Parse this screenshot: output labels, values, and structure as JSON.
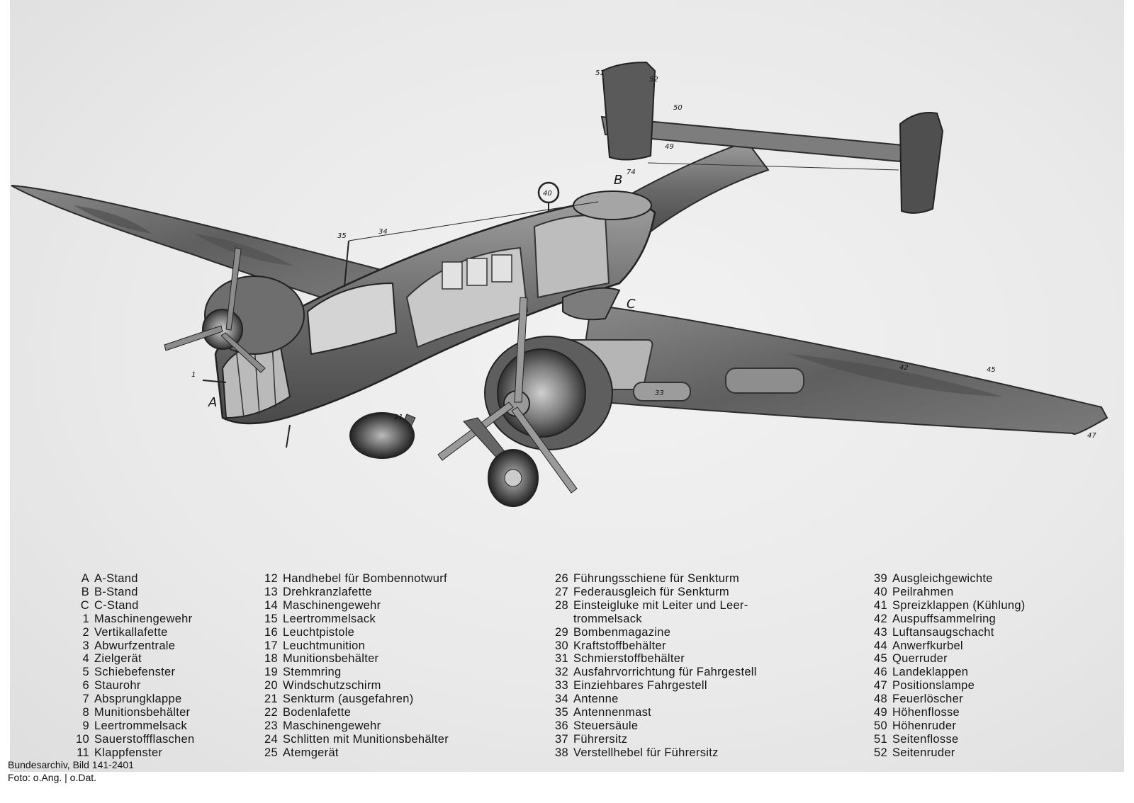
{
  "diagram": {
    "station_labels": [
      "A",
      "B",
      "C"
    ],
    "callouts": [
      "1",
      "21",
      "33",
      "34",
      "35",
      "40",
      "42",
      "45",
      "47",
      "49",
      "50",
      "51",
      "52",
      "74"
    ]
  },
  "legend": {
    "col1": [
      {
        "num": "A",
        "label": "A-Stand"
      },
      {
        "num": "B",
        "label": "B-Stand"
      },
      {
        "num": "C",
        "label": "C-Stand"
      },
      {
        "num": "1",
        "label": "Maschinengewehr"
      },
      {
        "num": "2",
        "label": "Vertikallafette"
      },
      {
        "num": "3",
        "label": "Abwurfzentrale"
      },
      {
        "num": "4",
        "label": "Zielgerät"
      },
      {
        "num": "5",
        "label": "Schiebefenster"
      },
      {
        "num": "6",
        "label": "Staurohr"
      },
      {
        "num": "7",
        "label": "Absprungklappe"
      },
      {
        "num": "8",
        "label": "Munitionsbehälter"
      },
      {
        "num": "9",
        "label": "Leertrommelsack"
      },
      {
        "num": "10",
        "label": "Sauerstoffflaschen"
      },
      {
        "num": "11",
        "label": "Klappfenster"
      }
    ],
    "col2": [
      {
        "num": "12",
        "label": "Handhebel für Bombennotwurf"
      },
      {
        "num": "13",
        "label": "Drehkranzlafette"
      },
      {
        "num": "14",
        "label": "Maschinengewehr"
      },
      {
        "num": "15",
        "label": "Leertrommelsack"
      },
      {
        "num": "16",
        "label": "Leuchtpistole"
      },
      {
        "num": "17",
        "label": "Leuchtmunition"
      },
      {
        "num": "18",
        "label": "Munitionsbehälter"
      },
      {
        "num": "19",
        "label": "Stemmring"
      },
      {
        "num": "20",
        "label": "Windschutzschirm"
      },
      {
        "num": "21",
        "label": "Senkturm (ausgefahren)"
      },
      {
        "num": "22",
        "label": "Bodenlafette"
      },
      {
        "num": "23",
        "label": "Maschinengewehr"
      },
      {
        "num": "24",
        "label": "Schlitten mit Munitionsbehälter"
      },
      {
        "num": "25",
        "label": "Atemgerät"
      }
    ],
    "col3": [
      {
        "num": "26",
        "label": "Führungsschiene für Senkturm"
      },
      {
        "num": "27",
        "label": "Federausgleich für Senkturm"
      },
      {
        "num": "28",
        "label": "Einsteigluke mit Leiter und Leer-"
      },
      {
        "num": "",
        "label": "trommelsack"
      },
      {
        "num": "29",
        "label": "Bombenmagazine"
      },
      {
        "num": "30",
        "label": "Kraftstoffbehälter"
      },
      {
        "num": "31",
        "label": "Schmierstoffbehälter"
      },
      {
        "num": "32",
        "label": "Ausfahrvorrichtung für Fahrgestell"
      },
      {
        "num": "33",
        "label": "Einziehbares Fahrgestell"
      },
      {
        "num": "34",
        "label": "Antenne"
      },
      {
        "num": "35",
        "label": "Antennenmast"
      },
      {
        "num": "36",
        "label": "Steuersäule"
      },
      {
        "num": "37",
        "label": "Führersitz"
      },
      {
        "num": "38",
        "label": "Verstellhebel für Führersitz"
      }
    ],
    "col4": [
      {
        "num": "39",
        "label": "Ausgleichgewichte"
      },
      {
        "num": "40",
        "label": "Peilrahmen"
      },
      {
        "num": "41",
        "label": "Spreizklappen (Kühlung)"
      },
      {
        "num": "42",
        "label": "Auspuffsammelring"
      },
      {
        "num": "43",
        "label": "Luftansaugschacht"
      },
      {
        "num": "44",
        "label": "Anwerfkurbel"
      },
      {
        "num": "45",
        "label": "Querruder"
      },
      {
        "num": "46",
        "label": "Landeklappen"
      },
      {
        "num": "47",
        "label": "Positionslampe"
      },
      {
        "num": "48",
        "label": "Feuerlöscher"
      },
      {
        "num": "49",
        "label": "Höhenflosse"
      },
      {
        "num": "50",
        "label": "Höhenruder"
      },
      {
        "num": "51",
        "label": "Seitenflosse"
      },
      {
        "num": "52",
        "label": "Seitenruder"
      }
    ]
  },
  "credit": {
    "line1": "Bundesarchiv, Bild 141-2401",
    "line2": "Foto: o.Ang. | o.Dat."
  },
  "colors": {
    "background": "#e9e9e9",
    "ink": "#151515",
    "metal_dark": "#3c3c3c",
    "metal_mid": "#6d6d6d",
    "metal_light": "#9a9a9a"
  },
  "icons": [
    "aircraft-cutaway-illustration",
    "propeller-icon",
    "wheel-icon"
  ]
}
